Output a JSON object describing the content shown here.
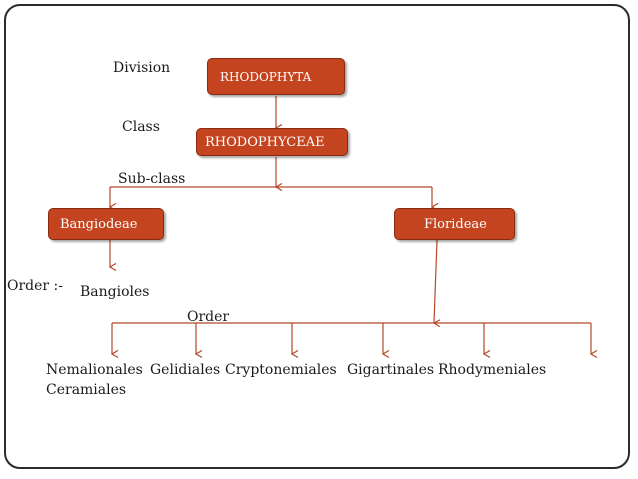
{
  "labels": {
    "division": "Division",
    "class": "Class",
    "subclass": "Sub-class",
    "order_prefix": "Order :-",
    "order": "Order"
  },
  "nodes": {
    "division": "RHODOPHYTA",
    "class": "RHODOPHYCEAE",
    "subclass_left": "Bangiodeae",
    "subclass_right": "Florideae"
  },
  "bangiodeae_order": "Bangioles",
  "orders": {
    "line1": [
      "Nemalionales",
      "Gelidiales",
      "Cryptonemiales",
      "Gigartinales",
      "Rhodymeniales"
    ],
    "line2": "Ceramiales"
  },
  "colors": {
    "node_fill": "#c4441f",
    "node_border": "#8a2a10",
    "connector": "#b5472a",
    "frame": "#2b2b2b"
  }
}
